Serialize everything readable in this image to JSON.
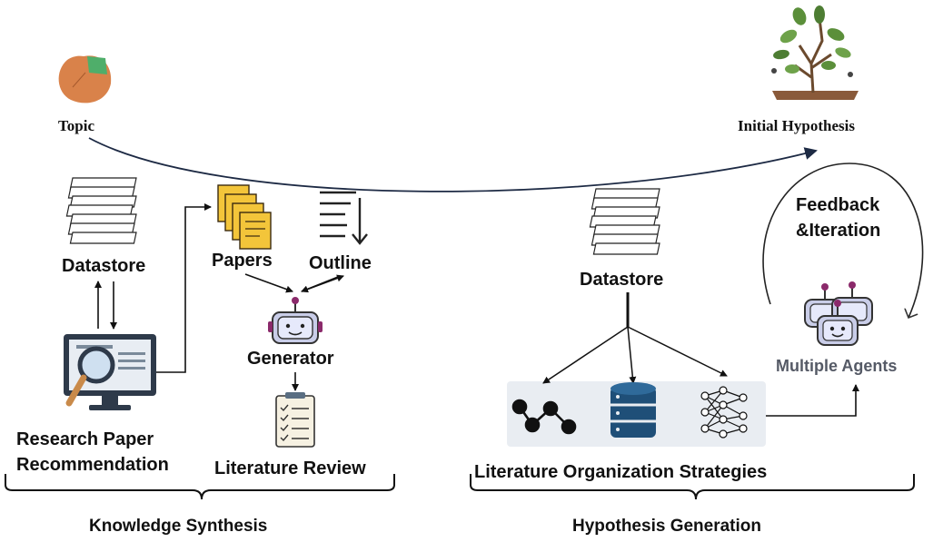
{
  "labels": {
    "topic": "Topic",
    "initial_hypothesis": "Initial Hypothesis",
    "datastore_left": "Datastore",
    "papers": "Papers",
    "outline": "Outline",
    "generator": "Generator",
    "research_paper_line1": "Research Paper",
    "research_paper_line2": "Recommendation",
    "literature_review": "Literature Review",
    "datastore_right": "Datastore",
    "feedback_line1": "Feedback",
    "feedback_line2": "&Iteration",
    "multiple_agents": "Multiple Agents",
    "literature_org": "Literature Organization Strategies",
    "knowledge_synthesis": "Knowledge Synthesis",
    "hypothesis_generation": "Hypothesis Generation"
  },
  "icons": [
    "topic-icon",
    "tree-icon",
    "datastore-icon",
    "papers-icon",
    "outline-icon",
    "robot-icon",
    "search-monitor-icon",
    "checklist-icon",
    "graph-icon",
    "database-icon",
    "neural-network-icon",
    "multi-robot-icon"
  ],
  "colors": {
    "strategies_panel": "#e9edf2",
    "database_blue": "#1f4f78",
    "robot_face": "#e6e9fb",
    "robot_accent": "#8b2a6b",
    "paper_yellow": "#f3c53a",
    "topic_orange": "#d9824a",
    "topic_green": "#4fae6a"
  }
}
